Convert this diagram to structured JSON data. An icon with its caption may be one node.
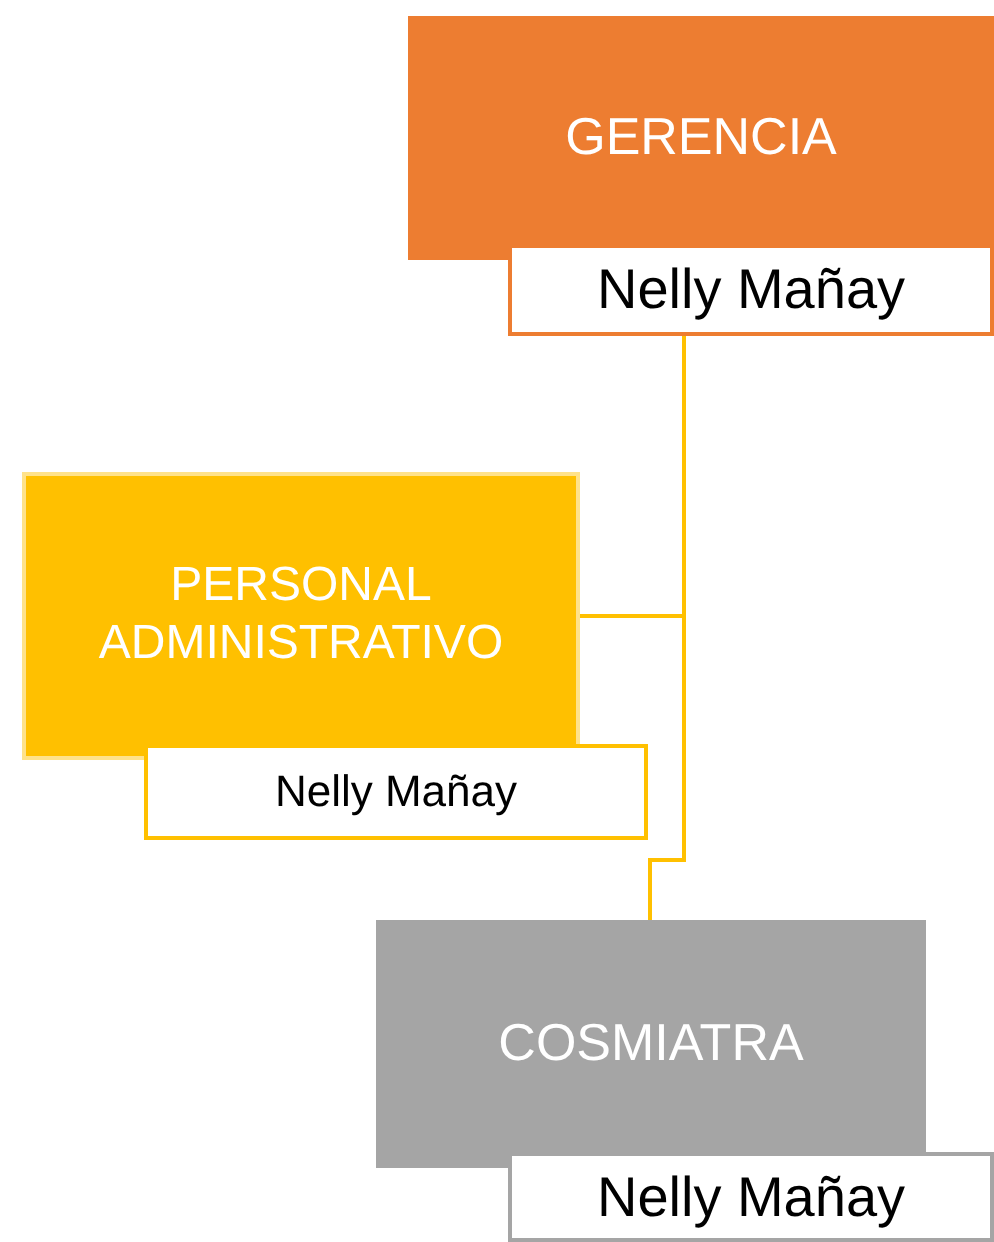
{
  "diagram": {
    "nodes": [
      {
        "text": [
          "GERENCIA"
        ]
      },
      {
        "text": [
          "Nelly Mañay"
        ]
      },
      {
        "text": [
          "PERSONAL ADMINISTRATIVO"
        ]
      },
      {
        "text": [
          "Nelly Mañay"
        ]
      },
      {
        "text": [
          "COSMIATRA"
        ]
      },
      {
        "text": [
          "Nelly Mañay"
        ]
      }
    ],
    "edges": [
      {
        "from": 1,
        "to": 2,
        "arrow": "none"
      },
      {
        "from": 1,
        "to": 4,
        "arrow": "none"
      }
    ]
  }
}
